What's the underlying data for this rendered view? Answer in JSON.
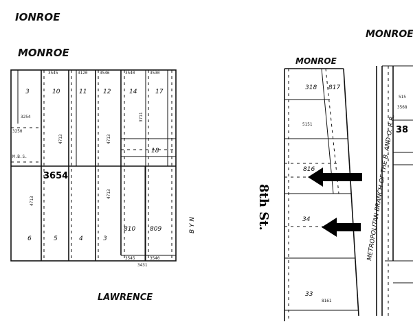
{
  "streets": {
    "monroe_top_left": "IONROE",
    "monroe_top_right": "MONROE",
    "monroe_block_left": "MONROE",
    "monroe_block_right": "MONROE",
    "lawrence": "LAWRENCE",
    "eighth_st": "8th St.",
    "railroad": "METROPOLITAN BRANCH OF THE B. AND O. R.R.",
    "b_street_rotated": "B Y N"
  },
  "left_block": {
    "square_number": "3654",
    "top_numbers": [
      "3545",
      "3120",
      "3546",
      "3540",
      "3530"
    ],
    "top_lots": [
      "3",
      "10",
      "11",
      "12",
      "14",
      "17"
    ],
    "lot_18": "18",
    "mbs": "M.B.S.",
    "lower_lots": [
      "6",
      "5",
      "4",
      "3",
      "810",
      "809"
    ],
    "left_labels": [
      "3254",
      "3250"
    ],
    "side_numbers": [
      "4713",
      "4713",
      "4713",
      "4713",
      "3711"
    ],
    "bottom_numbers": [
      "3545",
      "3540",
      "3431"
    ]
  },
  "right_block": {
    "lots": [
      "318",
      "817",
      "816",
      "34",
      "33"
    ],
    "numbers": [
      "5151",
      "8161"
    ],
    "edge_text_right": [
      "38",
      "515",
      "3568"
    ]
  },
  "arrows": [
    "upper-arrow",
    "lower-arrow"
  ]
}
